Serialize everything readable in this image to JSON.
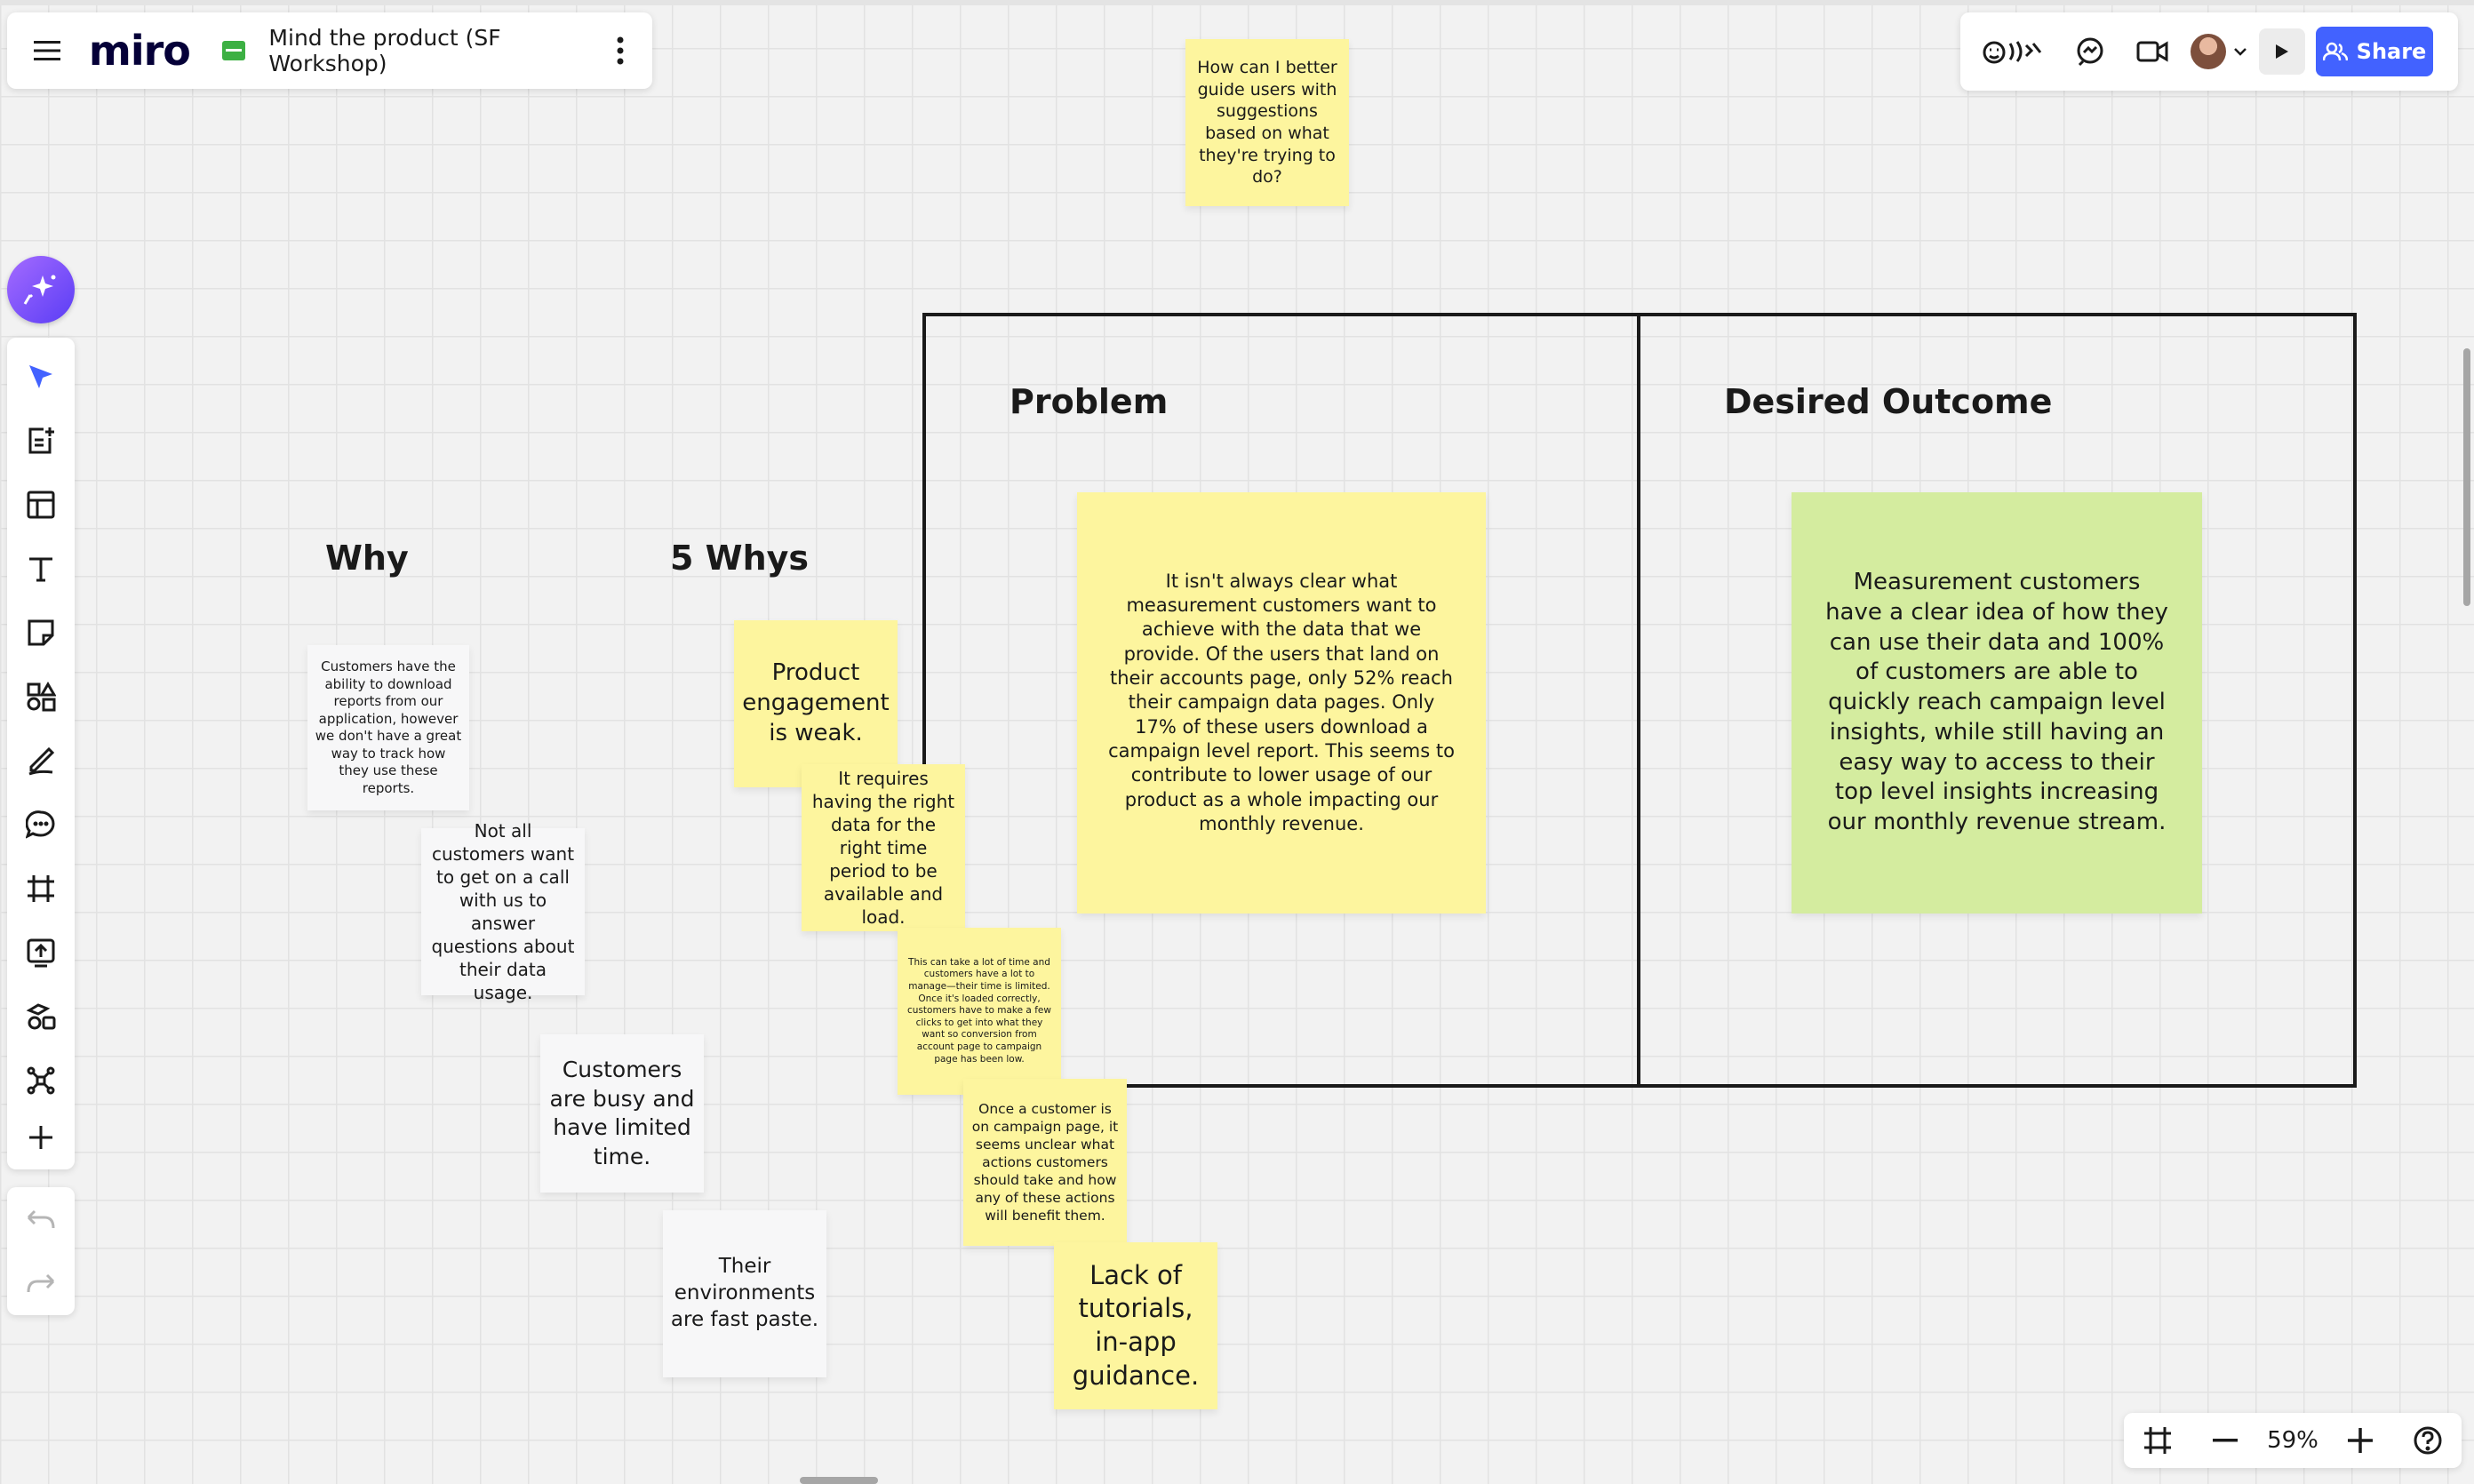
{
  "app": {
    "logo": "miro",
    "board_title": "Mind the product (SF Workshop)"
  },
  "toolbar_right": {
    "share_label": "Share"
  },
  "zoom": {
    "level": "59%"
  },
  "left_tools": [
    "select",
    "templates",
    "frame-layout",
    "text",
    "sticky-note",
    "shapes",
    "pen",
    "comment",
    "frame",
    "upload",
    "more-apps",
    "diagram",
    "add"
  ],
  "canvas": {
    "top_sticky": "How can I better guide users with suggestions based on what they're trying to do?",
    "headings": {
      "why": "Why",
      "five_whys": "5 Whys",
      "problem": "Problem",
      "desired_outcome": "Desired Outcome"
    },
    "why_notes": [
      "Customers have the ability to download reports from our application, however we don't have a great way to track how they use these reports.",
      "Not all customers want to get on a call with us to answer questions about their data usage.",
      "Customers are busy and have limited time.",
      "Their environments are fast paste."
    ],
    "five_whys_notes": [
      "Product engagement is weak.",
      "It requires having the right data for the right time period to be available and load.",
      "This can take a lot of time and customers have a lot to manage—their time is limited. Once it's loaded correctly, customers have to make a few clicks to get into what they want so conversion from account page to campaign page has been low.",
      "Once a customer is on campaign page, it seems unclear what actions customers should take and how any of these actions will benefit them.",
      "Lack of tutorials, in-app guidance."
    ],
    "problem_note": "It isn't always clear what measurement customers want to achieve with the data that we provide. Of the users that land on their accounts page, only 52% reach their campaign data pages. Only 17% of these users download a campaign level report. This seems to contribute to lower usage of our product as a whole impacting our monthly revenue.",
    "outcome_note": "Measurement customers have a clear idea of how they can use their data  and 100% of customers are able to quickly reach campaign level insights, while still having an easy way to access to their top level insights increasing our monthly revenue stream."
  },
  "colors": {
    "accent": "#4262ff",
    "sticky_yellow": "#fdf59e",
    "sticky_green": "#d4ec9f",
    "sticky_white": "#f7f7f8"
  }
}
